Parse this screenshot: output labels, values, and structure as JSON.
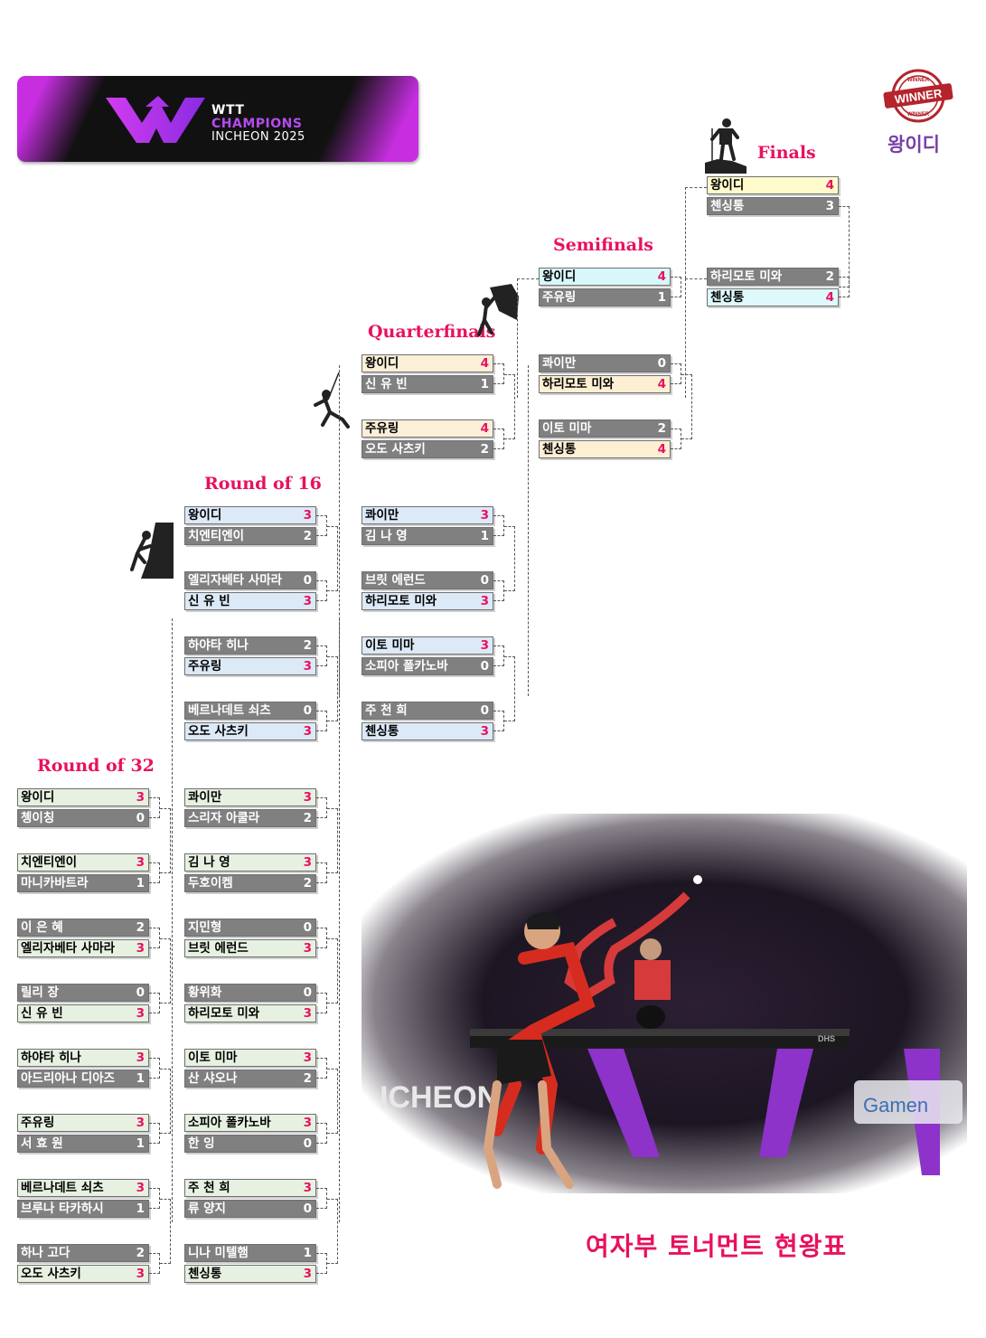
{
  "banner": {
    "line1": "WTT",
    "line2": "CHAMPIONS",
    "line3": "INCHEON 2025"
  },
  "winner": {
    "badge_text": "WINNER",
    "name": "왕이디"
  },
  "bottom_title": "여자부 토너먼트 현왕표",
  "round_titles": {
    "r32": "Round of 32",
    "r16": "Round of 16",
    "qf": "Quarterfinals",
    "sf": "Semifinals",
    "f": "Finals"
  },
  "photo": {
    "hall_text": "ICHEON",
    "board_text": "Gamen",
    "brand_text": "DHS"
  },
  "rounds": {
    "r32": [
      [
        {
          "name": "왕이디",
          "score": "3"
        },
        {
          "name": "쳉이칭",
          "score": "0"
        }
      ],
      [
        {
          "name": "치엔티엔이",
          "score": "3"
        },
        {
          "name": "마니카바트라",
          "score": "1"
        }
      ],
      [
        {
          "name": "이 은 혜",
          "score": "2"
        },
        {
          "name": "엘리자베타 사마라",
          "score": "3"
        }
      ],
      [
        {
          "name": "릴리 장",
          "score": "0"
        },
        {
          "name": "신 유 빈",
          "score": "3"
        }
      ],
      [
        {
          "name": "하야타 히나",
          "score": "3"
        },
        {
          "name": "아드리아나 디아즈",
          "score": "1"
        }
      ],
      [
        {
          "name": "주유링",
          "score": "3"
        },
        {
          "name": "서 효 원",
          "score": "1"
        }
      ],
      [
        {
          "name": "베르나데트 쇠츠",
          "score": "3"
        },
        {
          "name": "브루나 타카하시",
          "score": "1"
        }
      ],
      [
        {
          "name": "하나 고다",
          "score": "2"
        },
        {
          "name": "오도 사츠키",
          "score": "3"
        }
      ],
      [
        {
          "name": "콰이만",
          "score": "3"
        },
        {
          "name": "스리자 아쿨라",
          "score": "2"
        }
      ],
      [
        {
          "name": "김 나 영",
          "score": "3"
        },
        {
          "name": "두호이켐",
          "score": "2"
        }
      ],
      [
        {
          "name": "지민형",
          "score": "0"
        },
        {
          "name": "브릿 에런드",
          "score": "3"
        }
      ],
      [
        {
          "name": "황위화",
          "score": "0"
        },
        {
          "name": "하리모토 미와",
          "score": "3"
        }
      ],
      [
        {
          "name": "이토 미마",
          "score": "3"
        },
        {
          "name": "산 샤오나",
          "score": "2"
        }
      ],
      [
        {
          "name": "소피아 폴카노바",
          "score": "3"
        },
        {
          "name": "한 잉",
          "score": "0"
        }
      ],
      [
        {
          "name": "주 천 희",
          "score": "3"
        },
        {
          "name": "류 양지",
          "score": "0"
        }
      ],
      [
        {
          "name": "니나 미텔햄",
          "score": "1"
        },
        {
          "name": "첸싱통",
          "score": "3"
        }
      ]
    ],
    "r16": [
      [
        {
          "name": "왕이디",
          "score": "3"
        },
        {
          "name": "치엔티엔이",
          "score": "2"
        }
      ],
      [
        {
          "name": "엘리자베타 사마라",
          "score": "0"
        },
        {
          "name": "신 유 빈",
          "score": "3"
        }
      ],
      [
        {
          "name": "하야타 히나",
          "score": "2"
        },
        {
          "name": "주유링",
          "score": "3"
        }
      ],
      [
        {
          "name": "베르나데트 쇠츠",
          "score": "0"
        },
        {
          "name": "오도 사츠키",
          "score": "3"
        }
      ],
      [
        {
          "name": "콰이만",
          "score": "3"
        },
        {
          "name": "김 나 영",
          "score": "1"
        }
      ],
      [
        {
          "name": "브릿 에런드",
          "score": "0"
        },
        {
          "name": "하리모토 미와",
          "score": "3"
        }
      ],
      [
        {
          "name": "이토 미마",
          "score": "3"
        },
        {
          "name": "소피아 폴카노바",
          "score": "0"
        }
      ],
      [
        {
          "name": "주 천 희",
          "score": "0"
        },
        {
          "name": "첸싱통",
          "score": "3"
        }
      ]
    ],
    "qf": [
      [
        {
          "name": "왕이디",
          "score": "4"
        },
        {
          "name": "신 유 빈",
          "score": "1"
        }
      ],
      [
        {
          "name": "주유링",
          "score": "4"
        },
        {
          "name": "오도 사츠키",
          "score": "2"
        }
      ],
      [
        {
          "name": "콰이만",
          "score": "0"
        },
        {
          "name": "하리모토 미와",
          "score": "4"
        }
      ],
      [
        {
          "name": "이토 미마",
          "score": "2"
        },
        {
          "name": "첸싱통",
          "score": "4"
        }
      ]
    ],
    "sf": [
      [
        {
          "name": "왕이디",
          "score": "4"
        },
        {
          "name": "주유링",
          "score": "1"
        }
      ],
      [
        {
          "name": "하리모토 미와",
          "score": "2"
        },
        {
          "name": "첸싱통",
          "score": "4"
        }
      ]
    ],
    "f": [
      [
        {
          "name": "왕이디",
          "score": "4"
        },
        {
          "name": "첸싱통",
          "score": "3"
        }
      ]
    ]
  }
}
